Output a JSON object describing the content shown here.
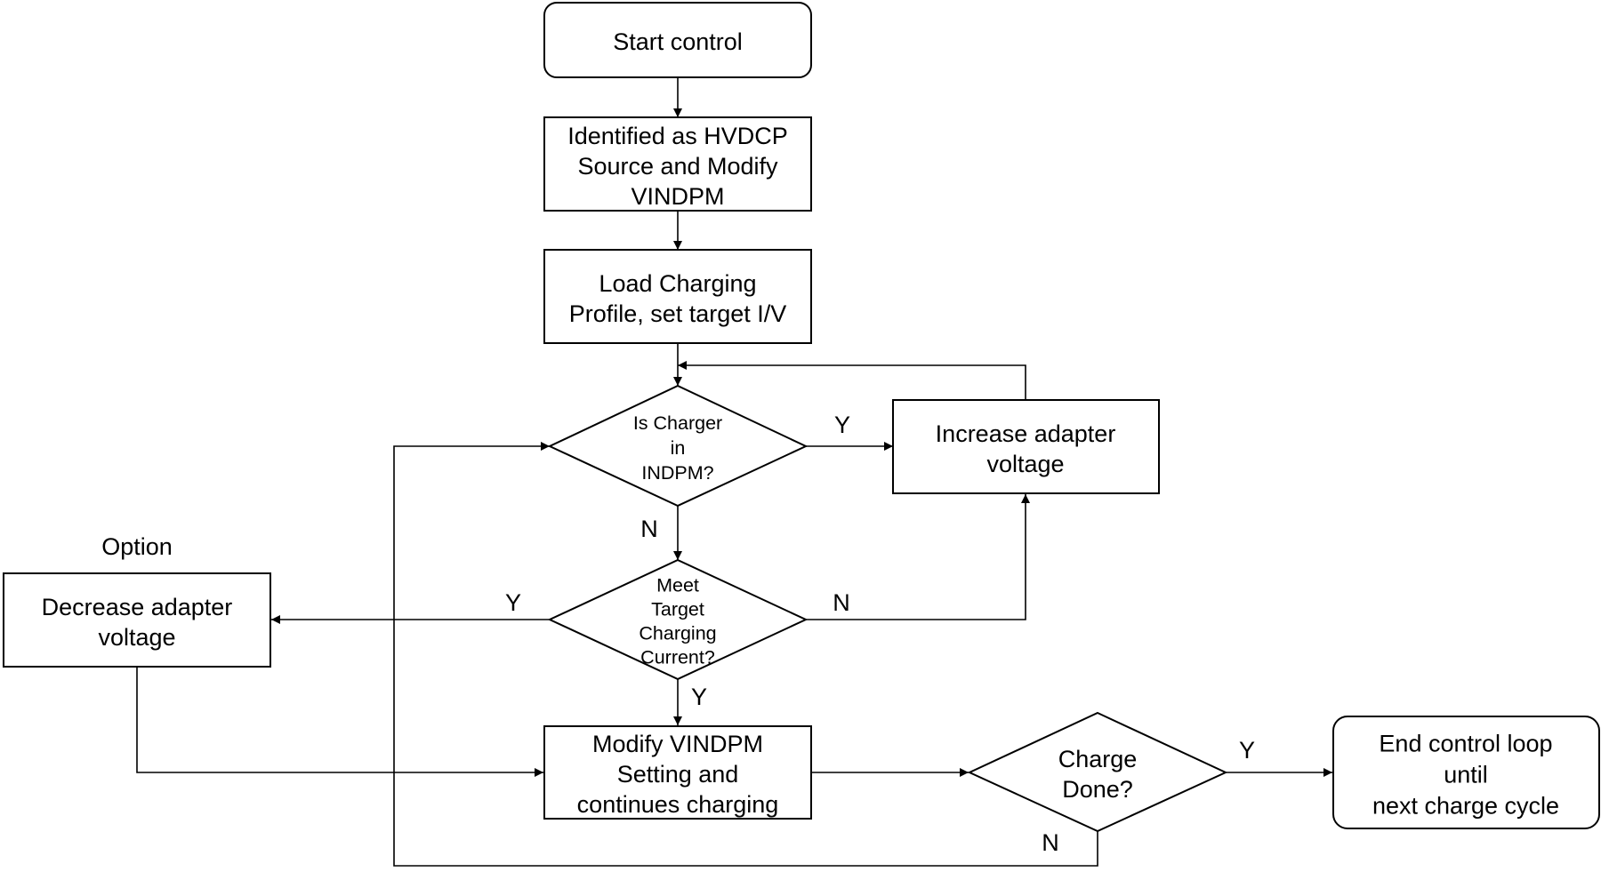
{
  "nodes": {
    "start": [
      "Start control"
    ],
    "identify": [
      "Identified as HVDCP",
      "Source and Modify",
      "VINDPM"
    ],
    "load": [
      "Load Charging",
      "Profile, set target I/V"
    ],
    "indpm": [
      "Is Charger",
      "in",
      "INDPM?"
    ],
    "increase": [
      "Increase adapter",
      "voltage"
    ],
    "meet": [
      "Meet",
      "Target",
      "Charging",
      "Current?"
    ],
    "decrease": [
      "Decrease adapter",
      "voltage"
    ],
    "option": [
      "Option"
    ],
    "modify": [
      "Modify VINDPM",
      "Setting and",
      "continues charging"
    ],
    "done": [
      "Charge",
      "Done?"
    ],
    "end": [
      "End control loop",
      "until",
      "next charge cycle"
    ]
  },
  "labels": {
    "indpm_yes": "Y",
    "indpm_no": "N",
    "meet_yes_left": "Y",
    "meet_no_right": "N",
    "meet_yes_down": "Y",
    "done_yes": "Y",
    "done_no": "N"
  }
}
